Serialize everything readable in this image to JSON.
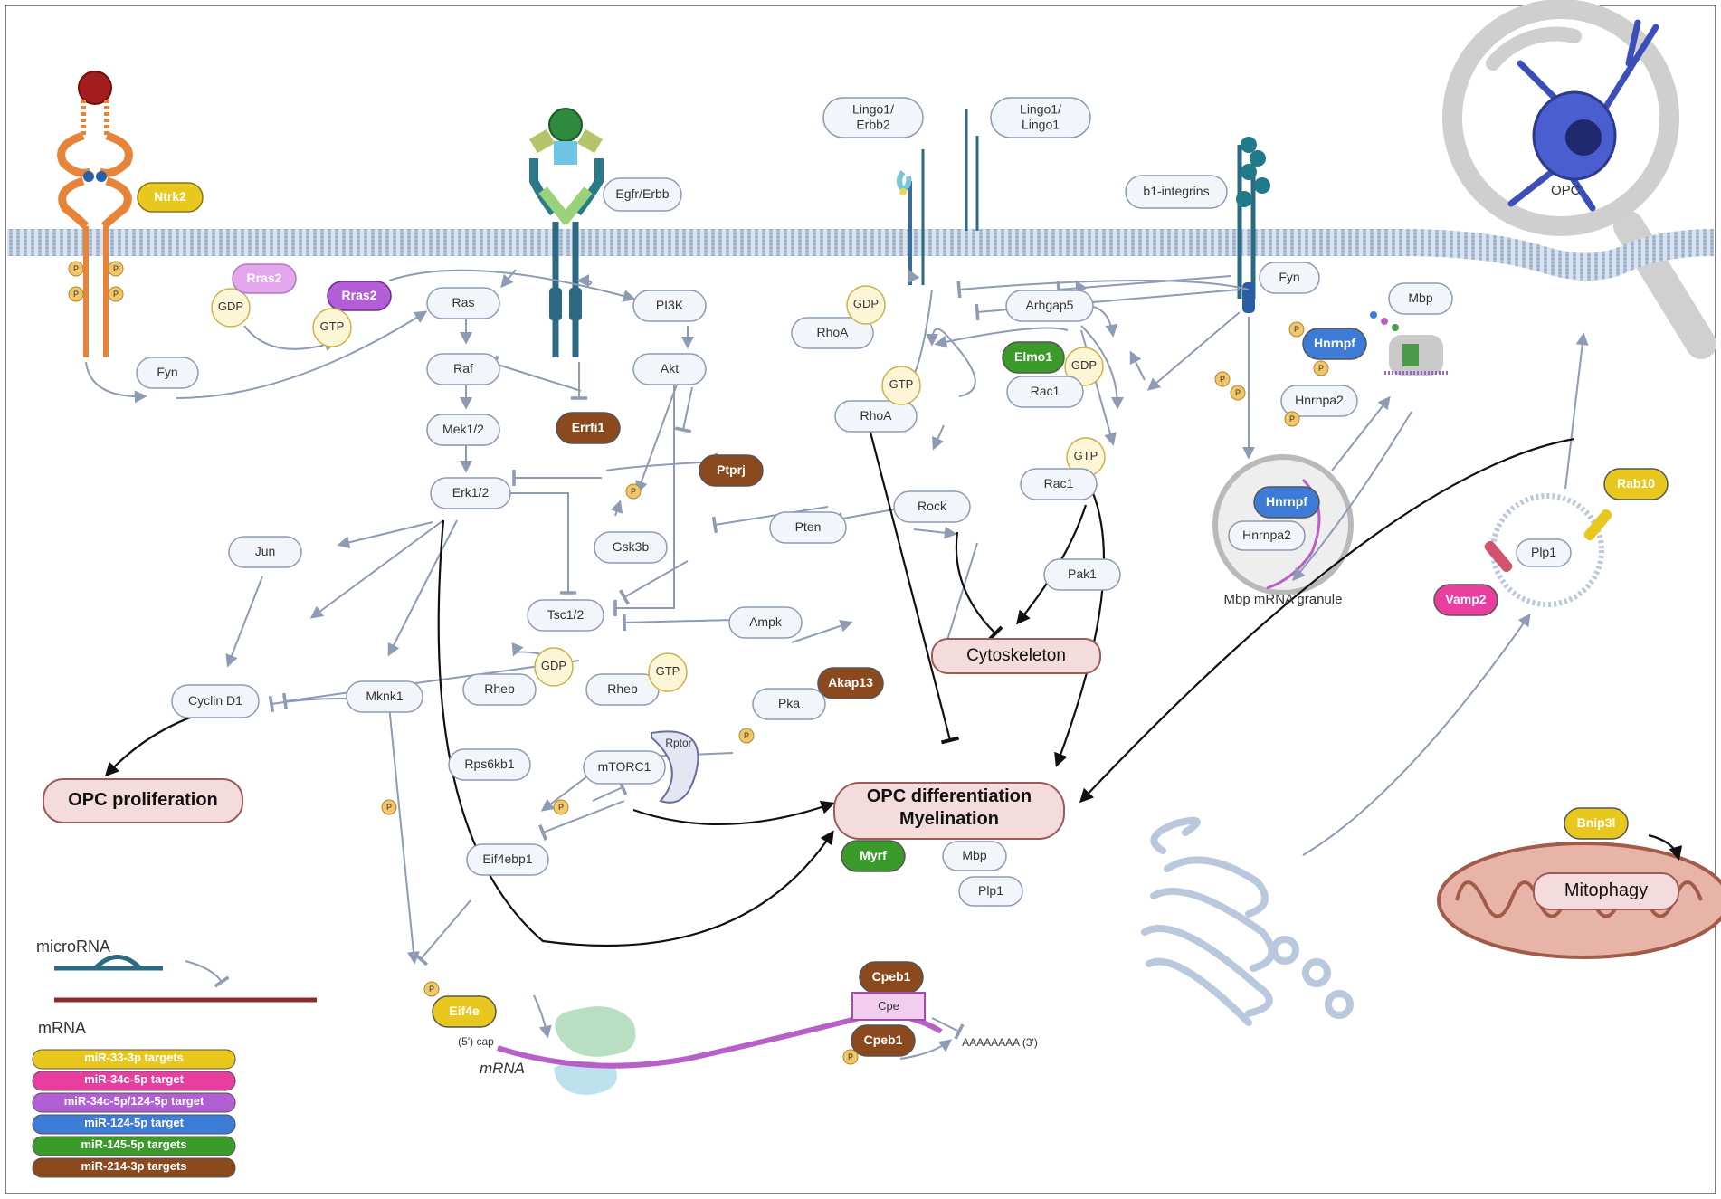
{
  "colors": {
    "yellow": "#e8c81e",
    "pink": "#e83e9f",
    "purple": "#b25fd6",
    "blue": "#3d7bd6",
    "green": "#3a9a2a",
    "brown": "#8a4a1e",
    "lightPurple": "#e3a6ec",
    "node_fill": "#f2f5fa",
    "node_stroke": "#8e9bb5",
    "arrow": "#8e9bb5",
    "outcome_fill": "#f5dcdc",
    "outcome_stroke": "#9b5b5b",
    "gtp_fill": "#fcf6d6",
    "gtp_stroke": "#c9b34a"
  },
  "cell_label": "OPC",
  "receptor_labels": {
    "ntrk2": "Ntrk2",
    "egfr": "Egfr/Erbb",
    "lingo_erbb2": "Lingo1/\nErbb2",
    "lingo_lingo": "Lingo1/\nLingo1",
    "b1_integrins": "b1-integrins",
    "fyn_right": "Fyn"
  },
  "nodes": {
    "fyn_left": "Fyn",
    "gdp1": "GDP",
    "rras2_light": "Rras2",
    "rras2": "Rras2",
    "gtp1": "GTP",
    "ras": "Ras",
    "raf": "Raf",
    "mek": "Mek1/2",
    "erk": "Erk1/2",
    "jun": "Jun",
    "cyclin": "Cyclin D1",
    "mknk1": "Mknk1",
    "pi3k": "PI3K",
    "akt": "Akt",
    "errfi1": "Errfi1",
    "ptprj": "Ptprj",
    "gsk3b": "Gsk3b",
    "tsc": "Tsc1/2",
    "rheb_gdp": "Rheb",
    "gdp2": "GDP",
    "rheb_gtp": "Rheb",
    "gtp2": "GTP",
    "ampk": "Ampk",
    "pka": "Pka",
    "akap13": "Akap13",
    "mtorc1": "mTORC1",
    "rptor": "Rptor",
    "rps6kb1": "Rps6kb1",
    "eif4ebp1": "Eif4ebp1",
    "pten": "Pten",
    "rhoa_gdp": "RhoA",
    "gdp3": "GDP",
    "rhoa_gtp": "RhoA",
    "gtp3": "GTP",
    "rock": "Rock",
    "arhgap5": "Arhgap5",
    "elmo1": "Elmo1",
    "gdp4": "GDP",
    "rac1_gdp": "Rac1",
    "gtp4": "GTP",
    "rac1_gtp": "Rac1",
    "pak1": "Pak1",
    "hnrnpf_top": "Hnrnpf",
    "hnrnpa2_top": "Hnrnpa2",
    "mbp_top": "Mbp",
    "hnrnpf_granule": "Hnrnpf",
    "hnrnpa2_granule": "Hnrnpa2",
    "granule_label": "Mbp mRNA granule",
    "rab10": "Rab10",
    "vamp2": "Vamp2",
    "plp1_vesicle": "Plp1",
    "bnip3l": "Bnip3l",
    "myrf": "Myrf",
    "mbp_bottom": "Mbp",
    "plp1_bottom": "Plp1",
    "eif4e": "Eif4e",
    "cpeb1_top": "Cpeb1",
    "cpeb1_bottom": "Cpeb1",
    "cpe": "Cpe",
    "five_cap": "(5') cap",
    "poly_a": "AAAAAAAA (3')",
    "mrna_italic": "mRNA",
    "phospho": "P"
  },
  "outcomes": {
    "proliferation": "OPC proliferation",
    "cytoskeleton": "Cytoskeleton",
    "differentiation_1": "OPC differentiation",
    "differentiation_2": "Myelination",
    "mitophagy": "Mitophagy"
  },
  "legend": {
    "microrna": "microRNA",
    "mrna": "mRNA",
    "items": [
      {
        "label": "miR-33-3p targets",
        "color": "#e8c81e",
        "text": "#ffffff"
      },
      {
        "label": "miR-34c-5p target",
        "color": "#e83e9f",
        "text": "#ffffff"
      },
      {
        "label": "miR-34c-5p/124-5p target",
        "color": "#b25fd6",
        "text": "#ffffff"
      },
      {
        "label": "miR-124-5p target",
        "color": "#3d7bd6",
        "text": "#ffffff"
      },
      {
        "label": "miR-145-5p targets",
        "color": "#3a9a2a",
        "text": "#ffffff"
      },
      {
        "label": "miR-214-3p targets",
        "color": "#8a4a1e",
        "text": "#ffffff"
      }
    ]
  }
}
